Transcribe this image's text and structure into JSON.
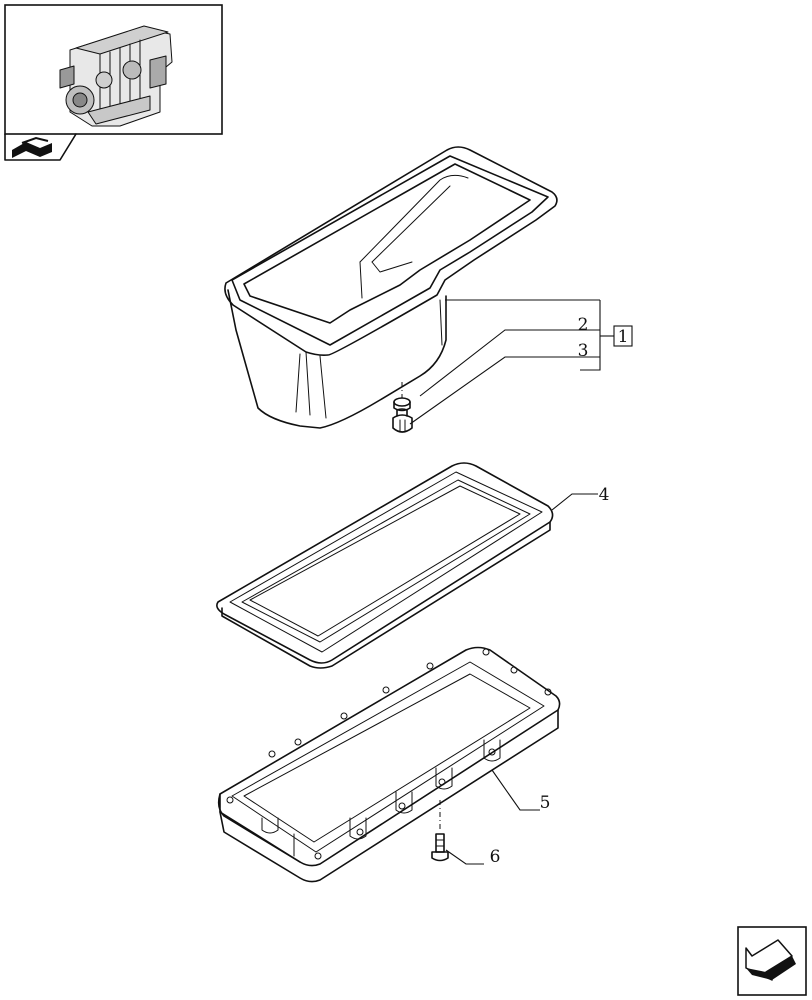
{
  "callouts": [
    {
      "id": "callout-1",
      "label": "1"
    },
    {
      "id": "callout-2",
      "label": "2"
    },
    {
      "id": "callout-3",
      "label": "3"
    },
    {
      "id": "callout-4",
      "label": "4"
    },
    {
      "id": "callout-5",
      "label": "5"
    },
    {
      "id": "callout-6",
      "label": "6"
    }
  ],
  "icons": {
    "thumbnail": "engine-thumbnail-icon",
    "book": "book-page-icon",
    "nav": "next-page-arrow-icon"
  },
  "colors": {
    "line": "#111111",
    "background": "#ffffff"
  }
}
